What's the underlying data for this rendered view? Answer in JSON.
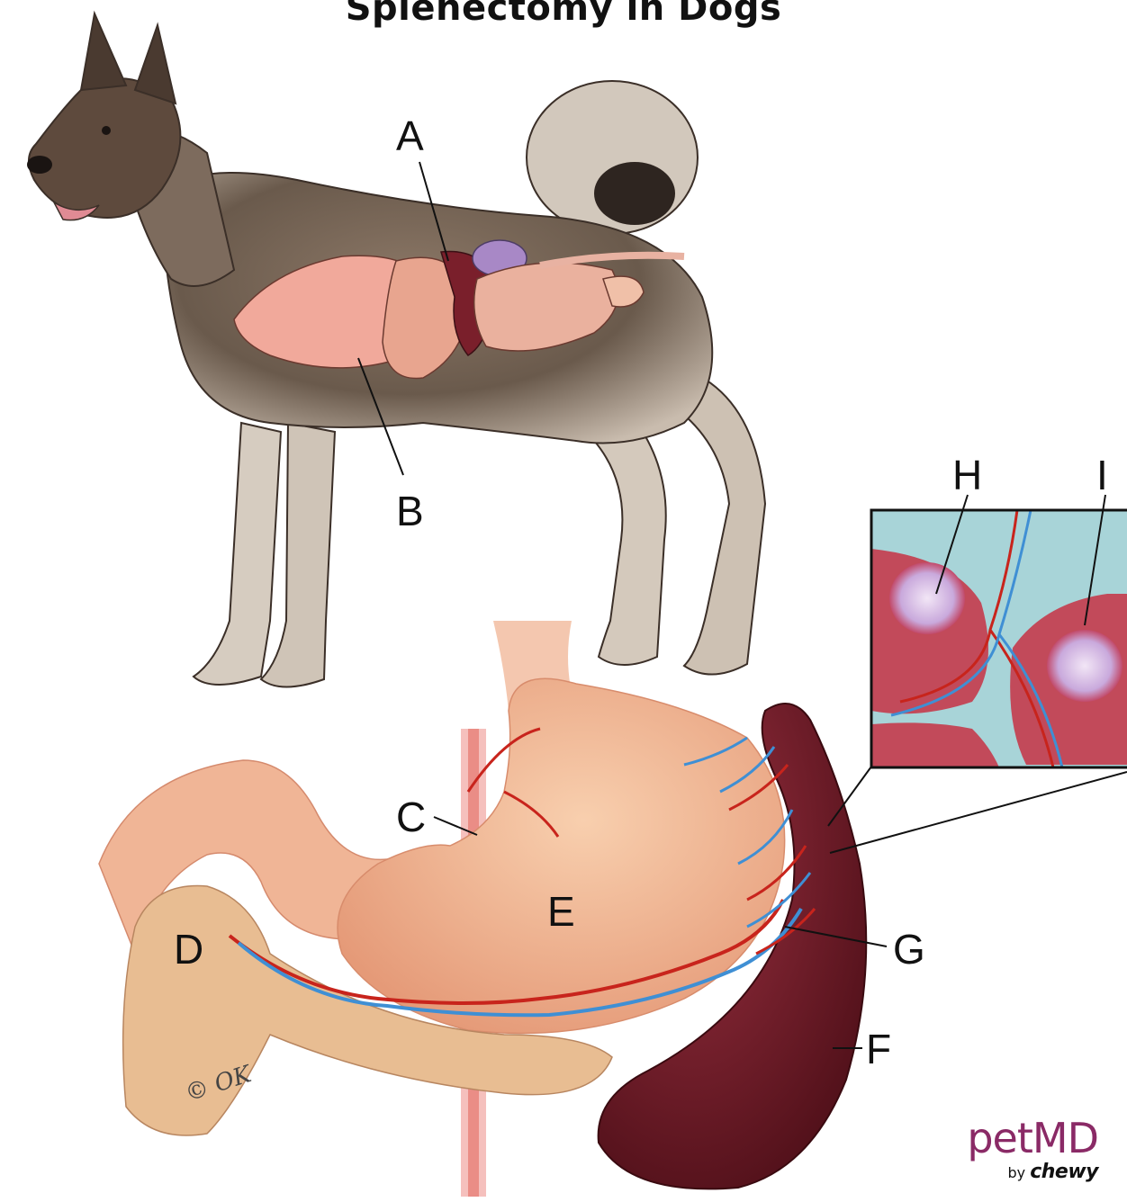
{
  "title": "Splenectomy in Dogs",
  "labels": {
    "A": "A",
    "B": "B",
    "C": "C",
    "D": "D",
    "E": "E",
    "F": "F",
    "G": "G",
    "H": "H",
    "I": "I"
  },
  "brand": {
    "name": "petMD",
    "by_prefix": "by",
    "by_name": "chewy"
  },
  "signature": "©",
  "colors": {
    "dog_fur_dark": "#4a3b32",
    "dog_fur_light": "#d8cfc4",
    "organ_pink": "#e8a58f",
    "stomach": "#f0b895",
    "spleen": "#6e1c25",
    "pancreas": "#e6b78d",
    "artery": "#c8241c",
    "vein": "#3f8fd4",
    "inset_tissue": "#c24a5a",
    "inset_capsule": "#a8d4d8",
    "white_pulp": "#d5b9e6",
    "brand": "#8a2a66"
  }
}
